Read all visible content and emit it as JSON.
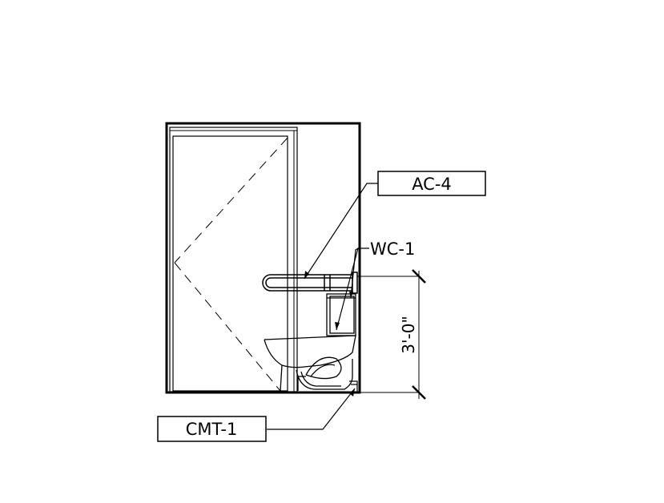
{
  "tags": {
    "ac": "AC-4",
    "wc": "WC-1",
    "cmt": "CMT-1"
  },
  "dimension": {
    "height_text": "3'-0\""
  },
  "colors": {
    "line": "#000000",
    "background": "#ffffff"
  }
}
